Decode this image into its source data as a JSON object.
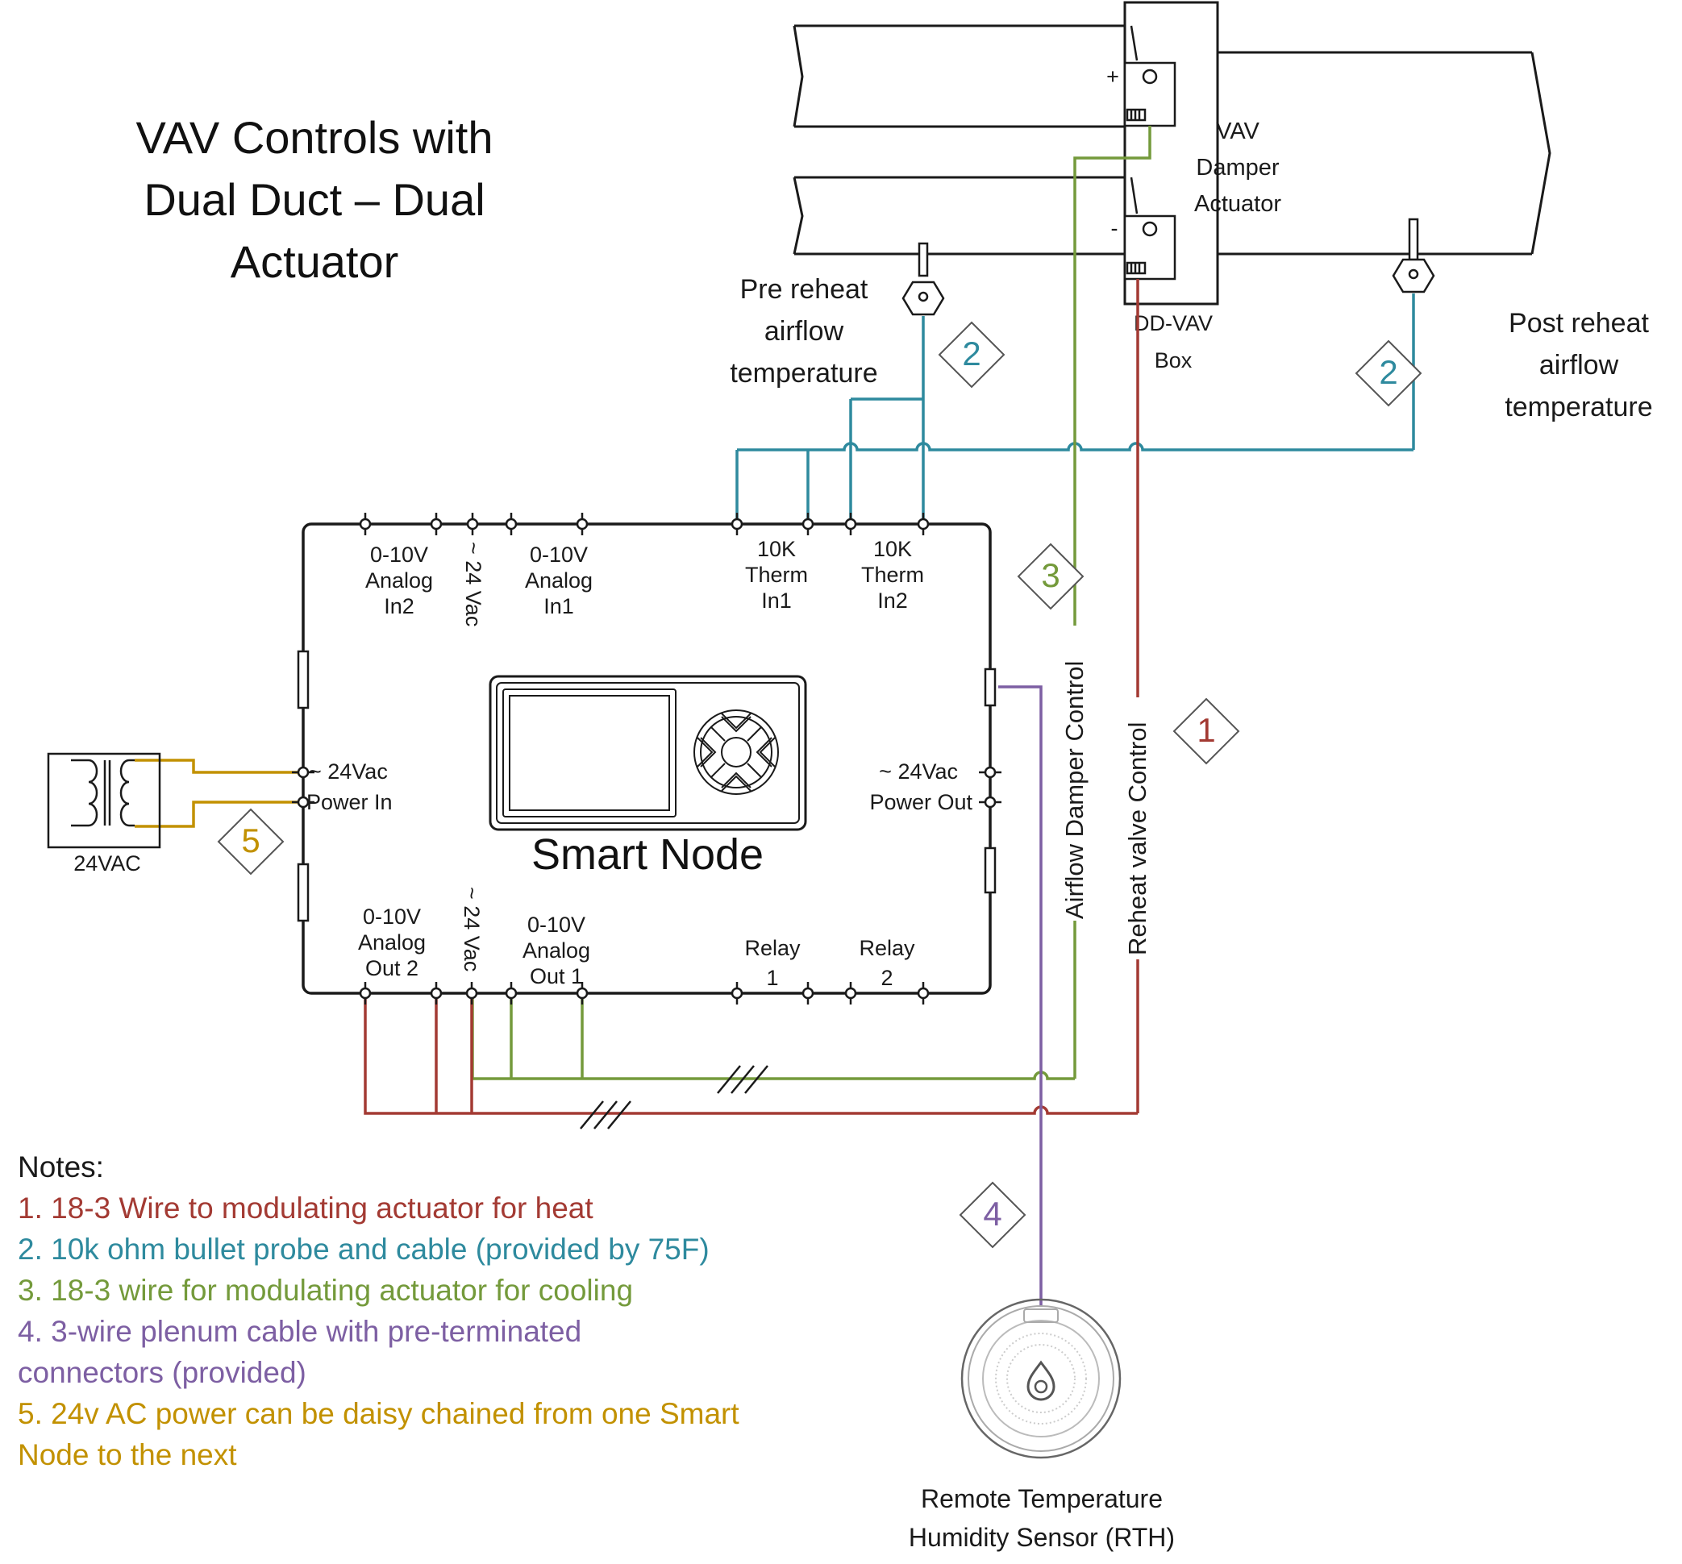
{
  "title": {
    "line1": "VAV Controls with",
    "line2": "Dual Duct – Dual",
    "line3": "Actuator"
  },
  "colors": {
    "heat": "#a33a33",
    "probe": "#2e8a9e",
    "cool": "#749a3b",
    "plenum": "#7d5fa3",
    "power": "#c29100",
    "outline": "#1a1a1a"
  },
  "duct": {
    "actuator_label": [
      "VAV",
      "Damper",
      "Actuator"
    ],
    "box_label": [
      "DD-VAV",
      "Box"
    ],
    "plus": "+",
    "minus": "-"
  },
  "sensors": {
    "pre_reheat": [
      "Pre reheat",
      "airflow",
      "temperature"
    ],
    "post_reheat": [
      "Post reheat",
      "airflow",
      "temperature"
    ]
  },
  "wires": {
    "airflow_damper": "Airflow Damper Control",
    "reheat_valve": "Reheat valve Control"
  },
  "smart_node": {
    "name": "Smart Node",
    "top_ports": {
      "analog_in2": [
        "0-10V",
        "Analog",
        "In2"
      ],
      "vac24": "~ 24  Vac",
      "analog_in1": [
        "0-10V",
        "Analog",
        "In1"
      ],
      "therm_in1": [
        "10K",
        "Therm",
        "In1"
      ],
      "therm_in2": [
        "10K",
        "Therm",
        "In2"
      ]
    },
    "bottom_ports": {
      "analog_out2": [
        "0-10V",
        "Analog",
        "Out 2"
      ],
      "vac24": "~ 24  Vac",
      "analog_out1": [
        "0-10V",
        "Analog",
        "Out 1"
      ],
      "relay1": [
        "Relay",
        "1"
      ],
      "relay2": [
        "Relay",
        "2"
      ]
    },
    "power_in": [
      "~ 24Vac",
      "Power In"
    ],
    "power_out": [
      "~ 24Vac",
      "Power Out"
    ]
  },
  "transformer": {
    "label": "24VAC"
  },
  "rth": {
    "label": [
      "Remote Temperature",
      "Humidity Sensor (RTH)"
    ]
  },
  "markers": {
    "m1": "1",
    "m2a": "2",
    "m2b": "2",
    "m3": "3",
    "m4": "4",
    "m5": "5"
  },
  "notes": {
    "heading": "Notes:",
    "n1": "1. 18-3 Wire to modulating actuator for heat",
    "n2": "2. 10k ohm bullet probe and cable (provided by 75F)",
    "n3": "3. 18-3 wire for modulating actuator for cooling",
    "n4a": "4. 3-wire plenum cable with pre-terminated",
    "n4b": "connectors (provided)",
    "n5a": "5. 24v AC power can be daisy chained from one Smart",
    "n5b": "Node to the next"
  }
}
